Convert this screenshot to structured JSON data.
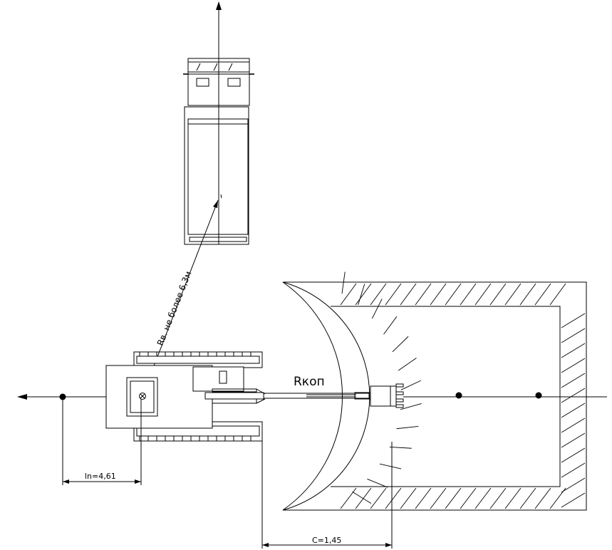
{
  "labels": {
    "radius_unload": "Rв. не более 6,3м",
    "radius_dig": "Rкоп",
    "dim_ln": "ln=4,61",
    "dim_c": "C=1,45"
  },
  "colors": {
    "line": "#000000",
    "background": "#ffffff"
  }
}
